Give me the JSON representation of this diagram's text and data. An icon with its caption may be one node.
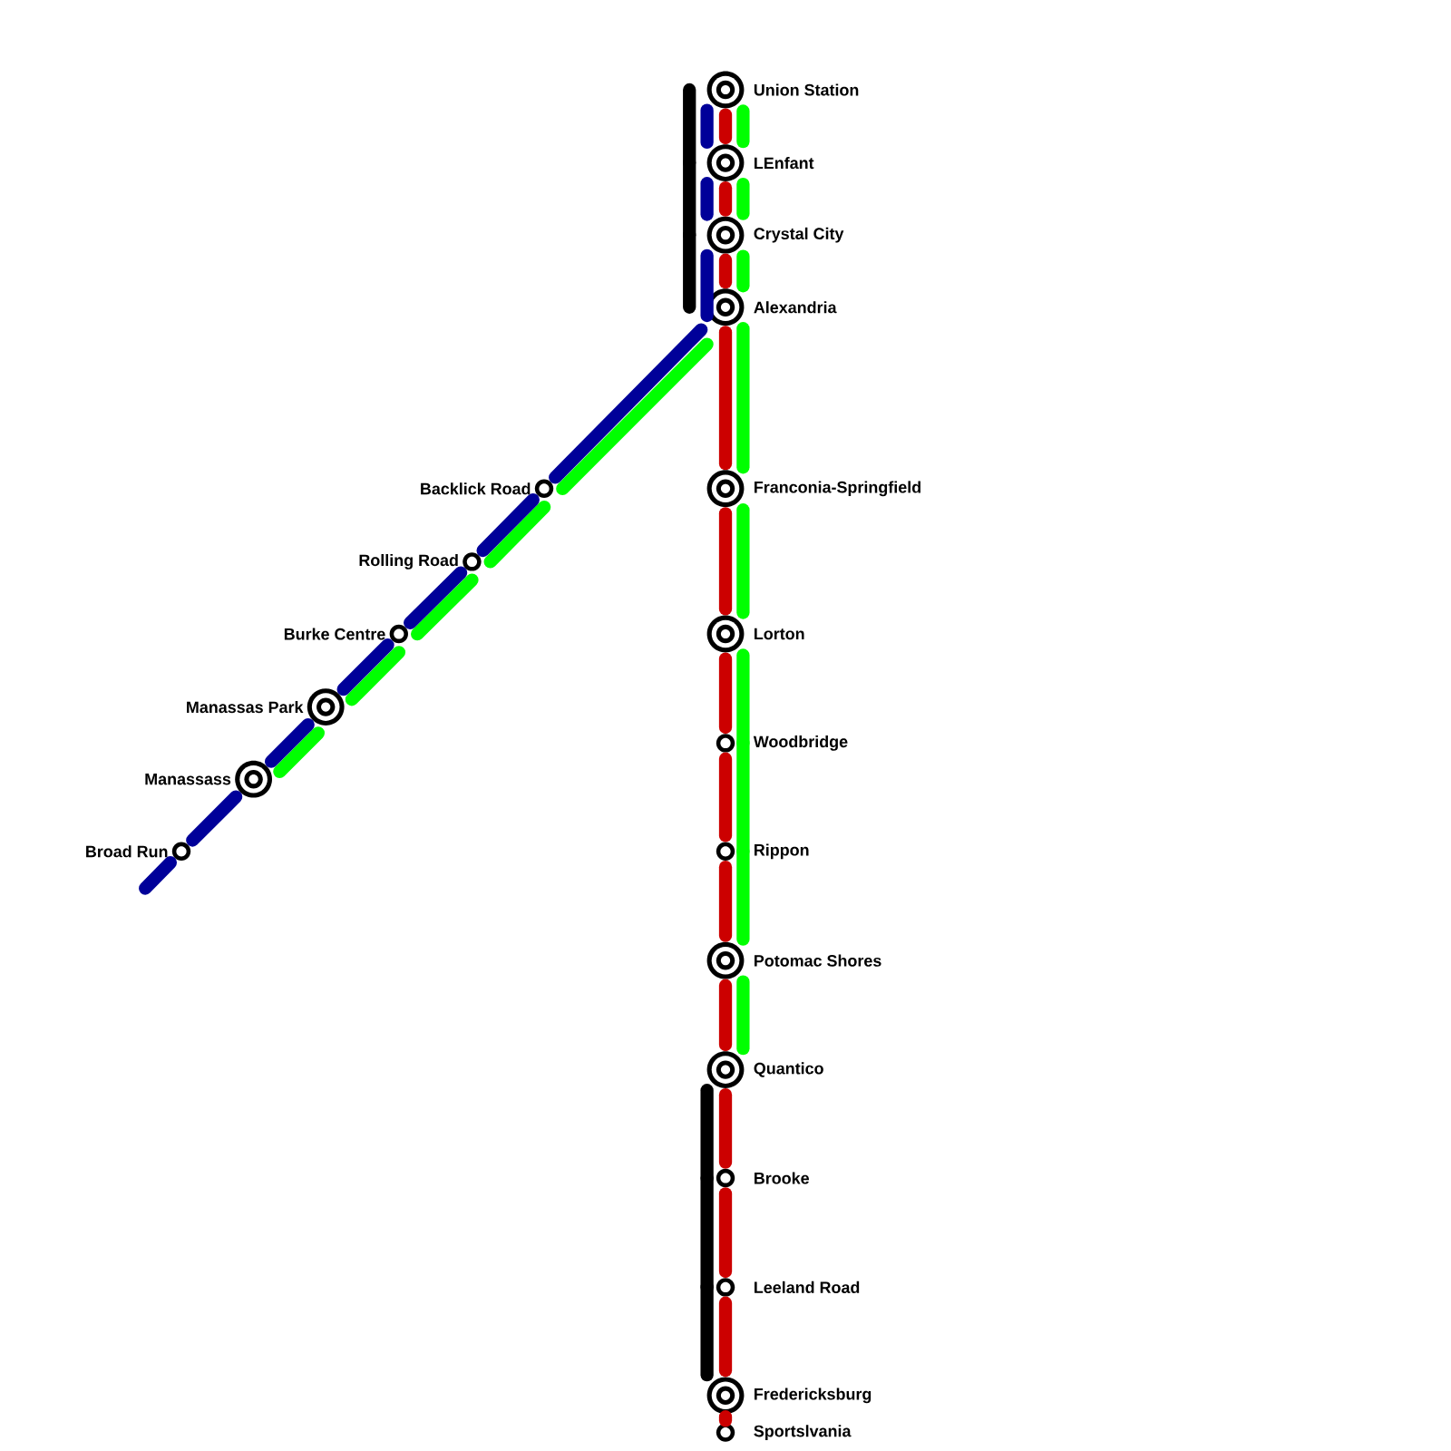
{
  "diagram": {
    "nodes": [
      {
        "text": [],
        "shape": "circle",
        "beside": [
          "Union Station"
        ]
      },
      {
        "text": [],
        "shape": "circle",
        "beside": [
          "LEnfant"
        ]
      },
      {
        "text": [],
        "shape": "circle",
        "beside": [
          "Crystal City"
        ]
      },
      {
        "text": [],
        "shape": "circle",
        "beside": [
          "Alexandria"
        ]
      },
      {
        "text": [],
        "shape": "circle",
        "beside": [
          "Franconia-Springfield"
        ]
      },
      {
        "text": [],
        "shape": "circle",
        "beside": [
          "Lorton"
        ]
      },
      {
        "text": [],
        "shape": "circle",
        "beside": [
          "Woodbridge"
        ]
      },
      {
        "text": [],
        "shape": "circle",
        "beside": [
          "Rippon"
        ]
      },
      {
        "text": [],
        "shape": "circle",
        "beside": [
          "Potomac Shores"
        ]
      },
      {
        "text": [],
        "shape": "circle",
        "beside": [
          "Quantico"
        ]
      },
      {
        "text": [],
        "shape": "circle",
        "beside": [
          "Brooke"
        ]
      },
      {
        "text": [],
        "shape": "circle",
        "beside": [
          "Leeland Road"
        ]
      },
      {
        "text": [],
        "shape": "circle",
        "beside": [
          "Fredericksburg"
        ]
      },
      {
        "text": [],
        "shape": "circle",
        "beside": [
          "Sportslvania"
        ]
      },
      {
        "text": [],
        "shape": "circle",
        "beside": [
          "Backlick Road"
        ]
      },
      {
        "text": [],
        "shape": "circle",
        "beside": [
          "Rolling Road"
        ]
      },
      {
        "text": [],
        "shape": "circle",
        "beside": [
          "Burke Centre"
        ]
      },
      {
        "text": [],
        "shape": "circle",
        "beside": [
          "Manassas Park"
        ]
      },
      {
        "text": [],
        "shape": "circle",
        "beside": [
          "Manassass"
        ]
      },
      {
        "text": [],
        "shape": "circle",
        "beside": [
          "Broad Run"
        ]
      }
    ],
    "edges": [
      {
        "from": 0,
        "to": 1,
        "arrow": "none",
        "color": "#cc0000"
      },
      {
        "from": 1,
        "to": 2,
        "arrow": "none",
        "color": "#cc0000"
      },
      {
        "from": 2,
        "to": 3,
        "arrow": "none",
        "color": "#cc0000"
      },
      {
        "from": 3,
        "to": 4,
        "arrow": "none",
        "color": "#cc0000"
      },
      {
        "from": 4,
        "to": 5,
        "arrow": "none",
        "color": "#cc0000"
      },
      {
        "from": 5,
        "to": 6,
        "arrow": "none",
        "color": "#cc0000"
      },
      {
        "from": 6,
        "to": 7,
        "arrow": "none",
        "color": "#cc0000"
      },
      {
        "from": 7,
        "to": 8,
        "arrow": "none",
        "color": "#cc0000"
      },
      {
        "from": 8,
        "to": 9,
        "arrow": "none",
        "color": "#cc0000"
      },
      {
        "from": 9,
        "to": 10,
        "arrow": "none",
        "color": "#cc0000"
      },
      {
        "from": 10,
        "to": 11,
        "arrow": "none",
        "color": "#cc0000"
      },
      {
        "from": 11,
        "to": 12,
        "arrow": "none",
        "color": "#cc0000"
      },
      {
        "from": 12,
        "to": 13,
        "arrow": "none",
        "color": "#cc0000"
      },
      {
        "from": 0,
        "to": 1,
        "arrow": "none",
        "color": "#00ff00"
      },
      {
        "from": 1,
        "to": 2,
        "arrow": "none",
        "color": "#00ff00"
      },
      {
        "from": 2,
        "to": 3,
        "arrow": "none",
        "color": "#00ff00"
      },
      {
        "from": 3,
        "to": 4,
        "arrow": "none",
        "color": "#00ff00"
      },
      {
        "from": 4,
        "to": 5,
        "arrow": "none",
        "color": "#00ff00"
      },
      {
        "from": 5,
        "to": 6,
        "arrow": "none",
        "color": "#00ff00"
      },
      {
        "from": 6,
        "to": 7,
        "arrow": "none",
        "color": "#00ff00"
      },
      {
        "from": 7,
        "to": 8,
        "arrow": "none",
        "color": "#00ff00"
      },
      {
        "from": 8,
        "to": 9,
        "arrow": "none",
        "color": "#00ff00"
      },
      {
        "from": 3,
        "to": 14,
        "arrow": "none",
        "color": "#00ff00"
      },
      {
        "from": 14,
        "to": 15,
        "arrow": "none",
        "color": "#00ff00"
      },
      {
        "from": 15,
        "to": 16,
        "arrow": "none",
        "color": "#00ff00"
      },
      {
        "from": 16,
        "to": 17,
        "arrow": "none",
        "color": "#00ff00"
      },
      {
        "from": 17,
        "to": 18,
        "arrow": "none",
        "color": "#00ff00"
      },
      {
        "from": 0,
        "to": 1,
        "arrow": "none",
        "color": "#000099"
      },
      {
        "from": 1,
        "to": 2,
        "arrow": "none",
        "color": "#000099"
      },
      {
        "from": 2,
        "to": 3,
        "arrow": "none",
        "color": "#000099"
      },
      {
        "from": 3,
        "to": 14,
        "arrow": "none",
        "color": "#000099"
      },
      {
        "from": 14,
        "to": 15,
        "arrow": "none",
        "color": "#000099"
      },
      {
        "from": 15,
        "to": 16,
        "arrow": "none",
        "color": "#000099"
      },
      {
        "from": 16,
        "to": 17,
        "arrow": "none",
        "color": "#000099"
      },
      {
        "from": 17,
        "to": 18,
        "arrow": "none",
        "color": "#000099"
      },
      {
        "from": 18,
        "to": 19,
        "arrow": "none",
        "color": "#000099"
      },
      {
        "from": 19,
        "to": null,
        "arrow": "none",
        "color": "#000099"
      },
      {
        "from": 0,
        "to": 1,
        "arrow": "none",
        "color": "#000000"
      },
      {
        "from": 1,
        "to": 2,
        "arrow": "none",
        "color": "#000000"
      },
      {
        "from": 2,
        "to": 3,
        "arrow": "none",
        "color": "#000000"
      },
      {
        "from": 9,
        "to": 10,
        "arrow": "none",
        "color": "#000000"
      },
      {
        "from": 10,
        "to": 11,
        "arrow": "none",
        "color": "#000000"
      },
      {
        "from": 11,
        "to": 12,
        "arrow": "none",
        "color": "#000000"
      }
    ]
  }
}
